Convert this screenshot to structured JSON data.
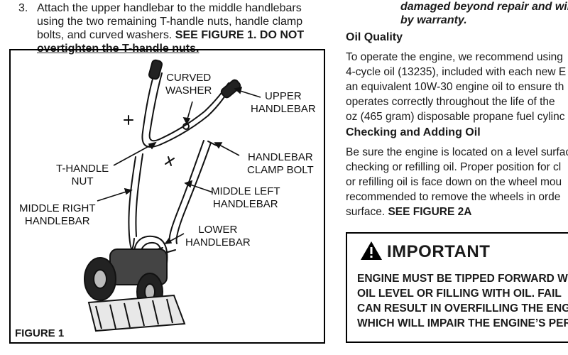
{
  "step": {
    "number": "3.",
    "line1": "Attach the upper handlebar to the middle handlebars",
    "line2": "using the two remaining T-handle nuts, handle clamp",
    "line3_plain": "bolts, and curved washers.",
    "line3_bold": "SEE FIGURE 1.  DO NOT",
    "line4_bold": "overtighten the T-handle nuts."
  },
  "figure": {
    "label": "FIGURE 1",
    "callouts": {
      "curved_washer_1": "CURVED",
      "curved_washer_2": "WASHER",
      "upper_handlebar_1": "UPPER",
      "upper_handlebar_2": "HANDLEBAR",
      "handlebar_clamp_bolt_1": "HANDLEBAR",
      "handlebar_clamp_bolt_2": "CLAMP BOLT",
      "t_handle_nut_1": "T-HANDLE",
      "t_handle_nut_2": "NUT",
      "middle_left_handlebar_1": "MIDDLE LEFT",
      "middle_left_handlebar_2": "HANDLEBAR",
      "middle_right_handlebar_1": "MIDDLE RIGHT",
      "middle_right_handlebar_2": "HANDLEBAR",
      "lower_handlebar_1": "LOWER",
      "lower_handlebar_2": "HANDLEBAR"
    }
  },
  "right_column": {
    "warranty_line1": "damaged beyond repair and will",
    "warranty_line2": "by warranty.",
    "oil_quality_heading": "Oil Quality",
    "oil_quality_lines": [
      "To operate the engine, we recommend using",
      "4-cycle oil (13235), included with each new E",
      "an equivalent 10W-30 engine oil to ensure th",
      "operates correctly throughout the life of the",
      "oz (465 gram) disposable propane fuel cylinc"
    ],
    "checking_heading": "Checking and Adding Oil",
    "checking_lines": [
      "Be sure the engine is located on a level surfac",
      "checking or refilling oil. Proper position for cl",
      "or refilling oil is face down on the wheel mou",
      "recommended to remove the wheels in orde"
    ],
    "checking_last_plain": "surface.",
    "checking_last_bold": "SEE FIGURE 2A",
    "important": {
      "icon": "warning-triangle-icon",
      "title": "IMPORTANT",
      "lines": [
        "ENGINE MUST BE TIPPED FORWARD WH",
        "OIL LEVEL OR FILLING WITH OIL. FAIL",
        "CAN RESULT IN OVERFILLING THE ENG",
        "WHICH WILL IMPAIR THE ENGINE’S PER"
      ]
    }
  }
}
